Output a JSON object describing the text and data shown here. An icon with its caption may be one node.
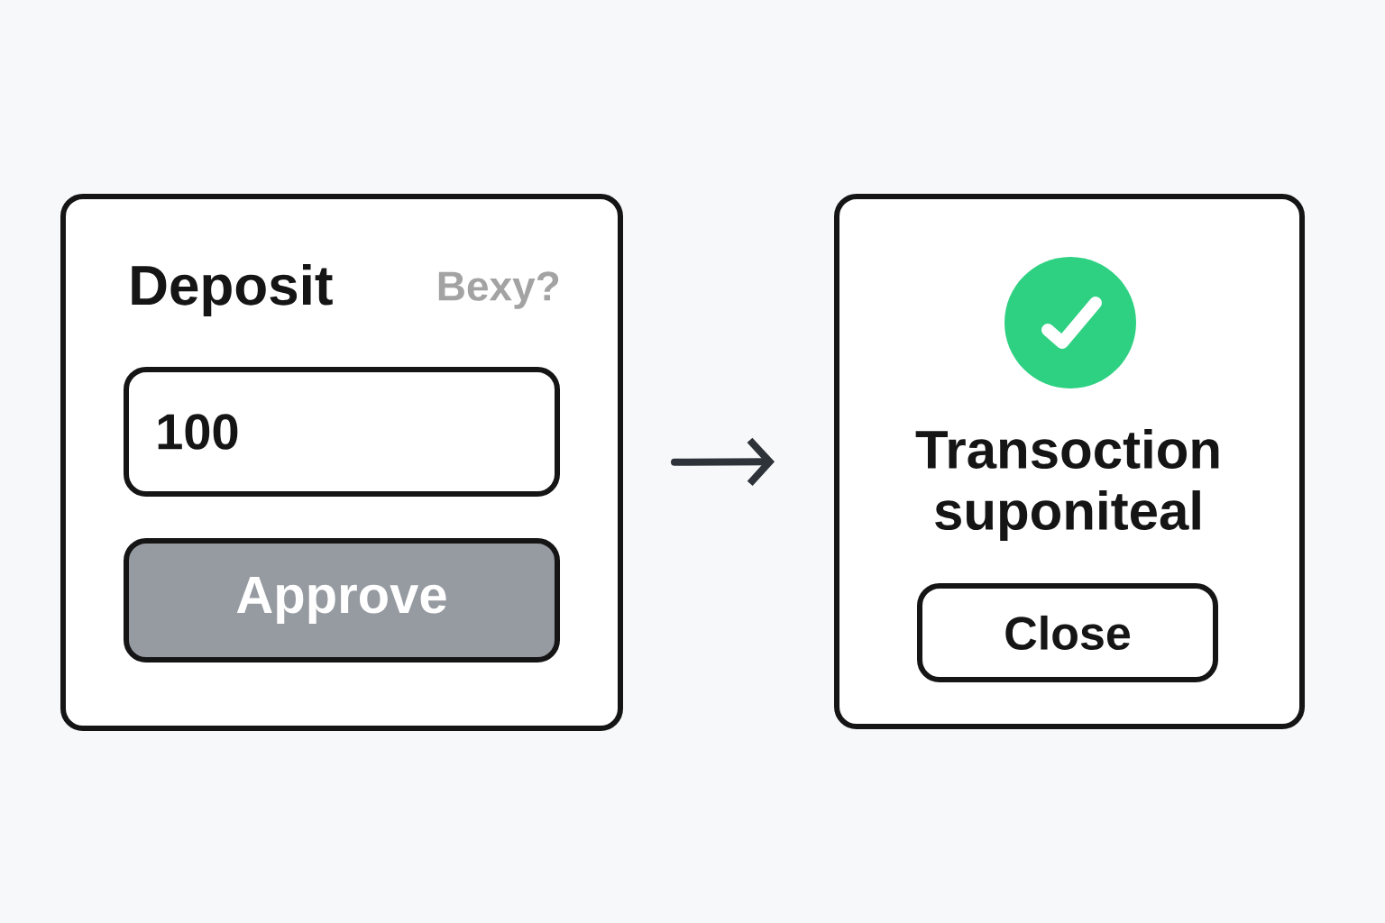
{
  "diagram": {
    "nodes": [
      {
        "text": [
          "Deposit",
          "Bexy?"
        ]
      },
      {
        "text": [
          "100"
        ],
        "in": 0
      },
      {
        "text": [
          "Approve"
        ],
        "in": 0
      },
      {
        "text": [
          "Transoction suponiteal"
        ]
      },
      {
        "text": [
          "Close"
        ],
        "in": 3
      }
    ],
    "edges": [
      {
        "from": 0,
        "to": 3,
        "arrow": "to"
      }
    ]
  }
}
